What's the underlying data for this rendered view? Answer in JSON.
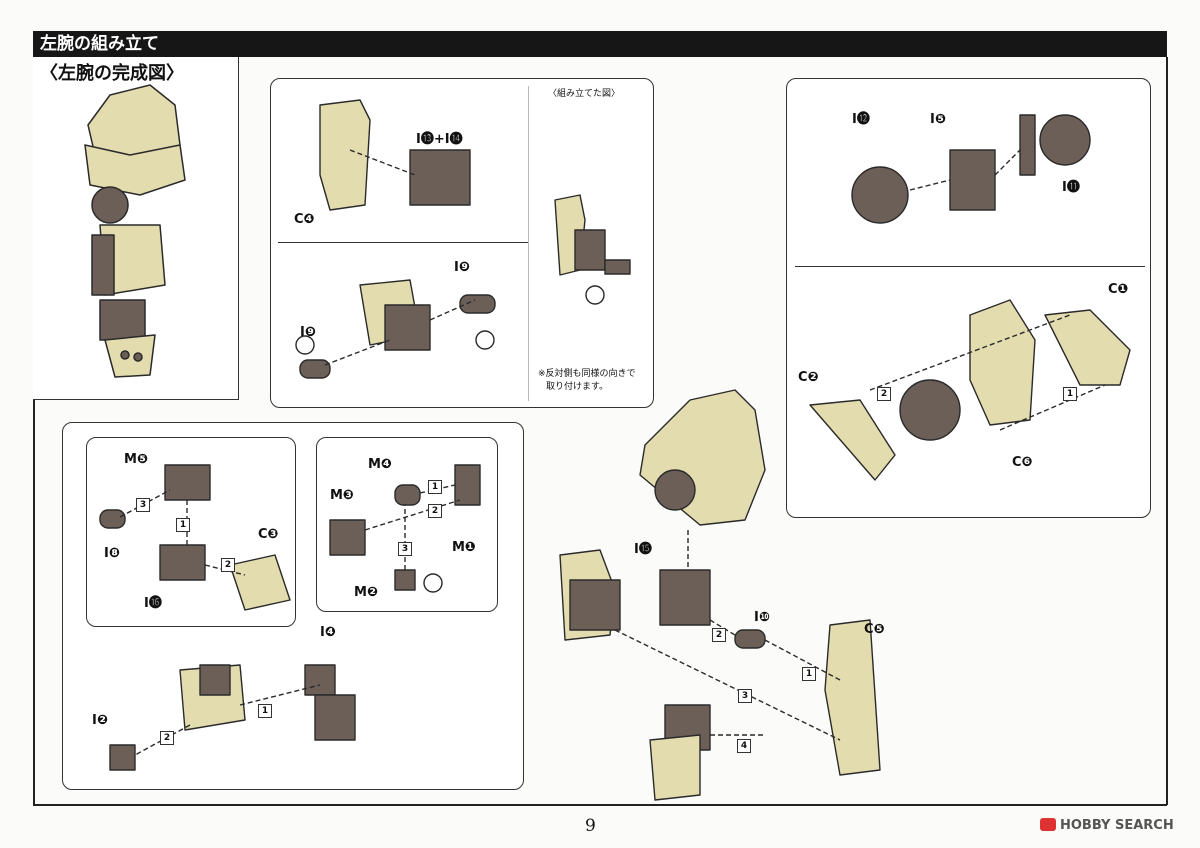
{
  "header": {
    "title": "左腕の組み立て"
  },
  "complete": {
    "title": "〈左腕の完成図〉"
  },
  "assembled": {
    "title": "〈組み立てた図〉",
    "note_line1": "※反対側も同様の向きで",
    "note_line2": "取り付けます。"
  },
  "parts": {
    "c4": "C❹",
    "i13i14": "I⓭+I⓮",
    "i9a": "I❾",
    "i9b": "I❾",
    "i12": "I⓬",
    "i5": "I❺",
    "i11": "I⓫",
    "c1": "C❶",
    "c2": "C❷",
    "c6": "C❻",
    "m5": "M❺",
    "i8": "I❽",
    "i16": "I⓰",
    "c3": "C❸",
    "m4": "M❹",
    "m3": "M❸",
    "m1": "M❶",
    "m2": "M❷",
    "i15": "I⓯",
    "i10": "I❿",
    "c5": "C❺",
    "i4": "I❹",
    "i2": "I❷"
  },
  "steps": {
    "s1": "1",
    "s2": "2",
    "s3": "3",
    "s4": "4"
  },
  "footer": {
    "page_number": "9",
    "watermark": "HOBBY SEARCH"
  },
  "colors": {
    "body": "#e3dcae",
    "dark": "#6b5f58",
    "outline": "#2a2a2a",
    "header": "#161616"
  }
}
